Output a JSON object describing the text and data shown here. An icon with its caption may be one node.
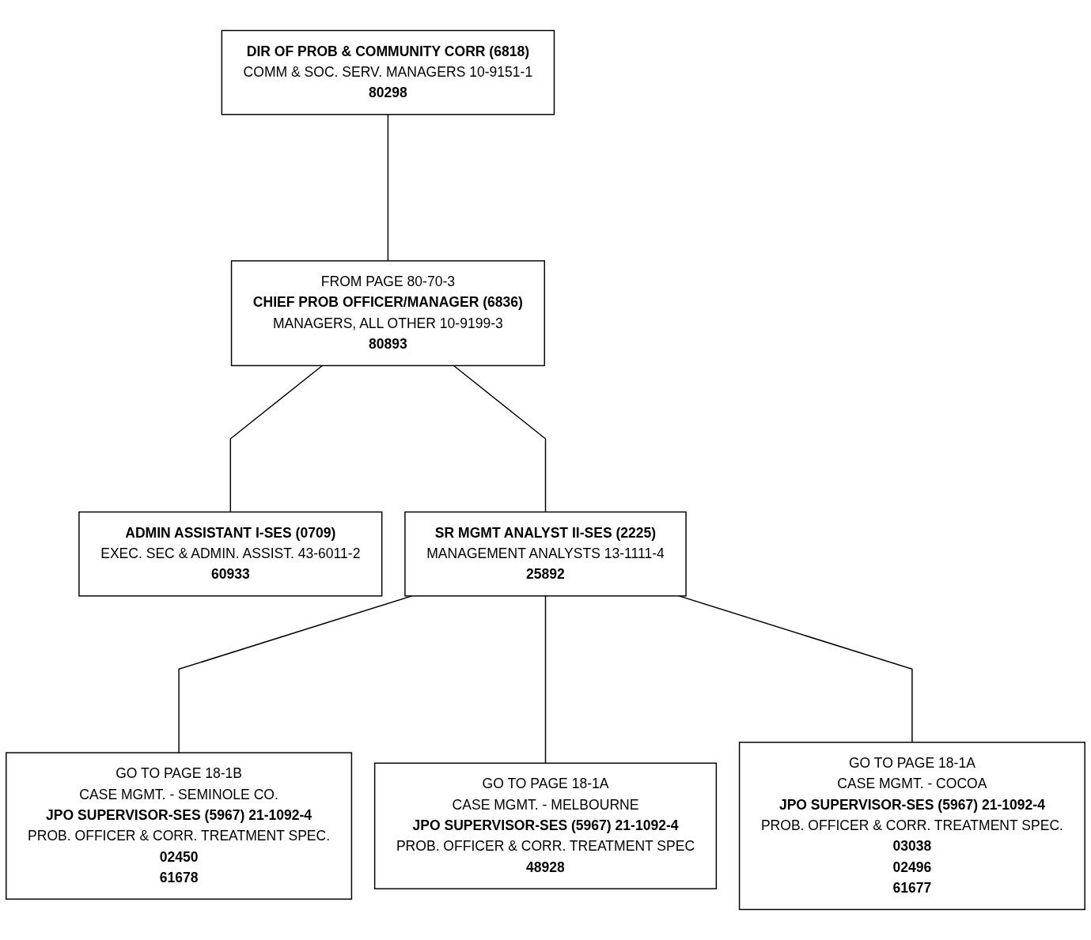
{
  "diagram": {
    "nodes": [
      {
        "text": [
          "DIR OF PROB & COMMUNITY CORR (6818)",
          "COMM & SOC. SERV. MANAGERS 10-9151-1",
          "80298"
        ]
      },
      {
        "text": [
          "FROM PAGE  80-70-3",
          "CHIEF PROB OFFICER/MANAGER (6836)",
          "MANAGERS, ALL OTHER 10-9199-3",
          "80893"
        ]
      },
      {
        "text": [
          "ADMIN ASSISTANT I-SES (0709)",
          "EXEC. SEC & ADMIN. ASSIST. 43-6011-2",
          "60933"
        ]
      },
      {
        "text": [
          "SR MGMT ANALYST II-SES (2225)",
          "MANAGEMENT ANALYSTS 13-1111-4",
          "25892"
        ]
      },
      {
        "text": [
          "GO TO PAGE 18-1B",
          "CASE MGMT. - SEMINOLE CO.",
          "JPO SUPERVISOR-SES (5967) 21-1092-4",
          "PROB. OFFICER & CORR. TREATMENT SPEC.",
          "02450",
          "61678"
        ]
      },
      {
        "text": [
          "GO TO PAGE 18-1A",
          "CASE MGMT. - MELBOURNE",
          "JPO SUPERVISOR-SES (5967) 21-1092-4",
          "PROB. OFFICER & CORR. TREATMENT SPEC",
          "48928"
        ]
      },
      {
        "text": [
          "GO TO PAGE 18-1A",
          "CASE MGMT. - COCOA",
          "JPO SUPERVISOR-SES (5967) 21-1092-4",
          "PROB. OFFICER & CORR. TREATMENT SPEC.",
          "03038",
          "02496",
          "61677"
        ]
      }
    ],
    "edges": [
      {
        "from": 0,
        "to": 1,
        "arrow": "none"
      },
      {
        "from": 1,
        "to": 2,
        "arrow": "none"
      },
      {
        "from": 1,
        "to": 3,
        "arrow": "none"
      },
      {
        "from": 3,
        "to": 4,
        "arrow": "none"
      },
      {
        "from": 3,
        "to": 5,
        "arrow": "none"
      },
      {
        "from": 3,
        "to": 6,
        "arrow": "none"
      }
    ]
  }
}
